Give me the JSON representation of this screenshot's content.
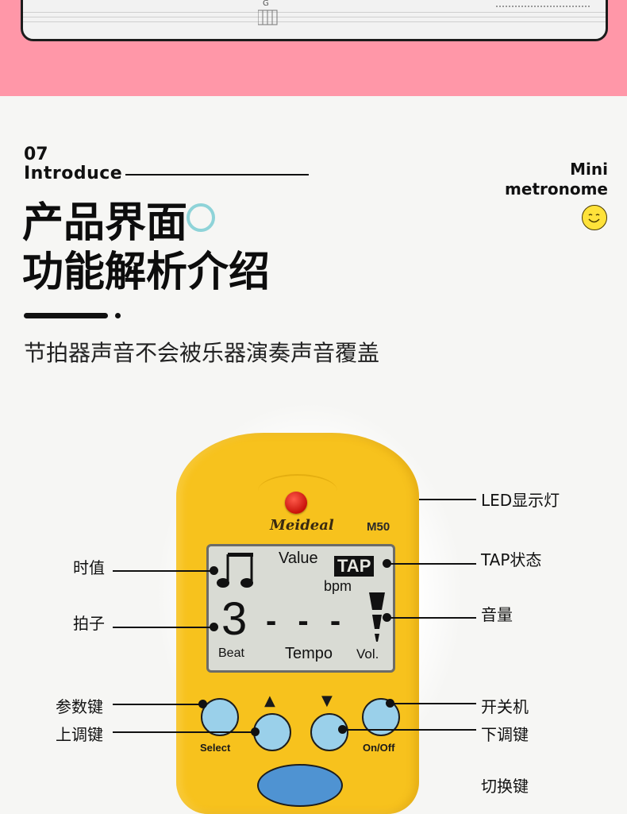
{
  "top_card": {
    "chord": "G"
  },
  "section": {
    "number": "07",
    "word": "Introduce",
    "right_tag": [
      "Mini",
      "metronome"
    ],
    "title": [
      "产品界面",
      "功能解析介绍"
    ],
    "subtitle": "节拍器声音不会被乐器演奏声音覆盖"
  },
  "device": {
    "brand": "Meideal",
    "model": "M50",
    "lcd": {
      "value_label": "Value",
      "tap_label": "TAP",
      "bpm_label": "bpm",
      "beat_digit": "3",
      "dashes": "- - -",
      "beat_label": "Beat",
      "tempo_label": "Tempo",
      "vol_label": "Vol."
    },
    "buttons": {
      "select_label": "Select",
      "onoff_label": "On/Off",
      "up_arrow": "▲",
      "down_arrow": "▼"
    }
  },
  "callouts": {
    "led": "LED显示灯",
    "tap": "TAP状态",
    "volume": "音量",
    "note_value": "时值",
    "beat": "拍子",
    "param_key": "参数键",
    "up_key": "上调键",
    "power": "开关机",
    "down_key": "下调键",
    "switch_key": "切换键"
  },
  "colors": {
    "top_band": "#ff97a8",
    "device_body": "#f7c21d",
    "button_blue": "#9ad0ea",
    "accent_circle": "#8ed3d8"
  }
}
